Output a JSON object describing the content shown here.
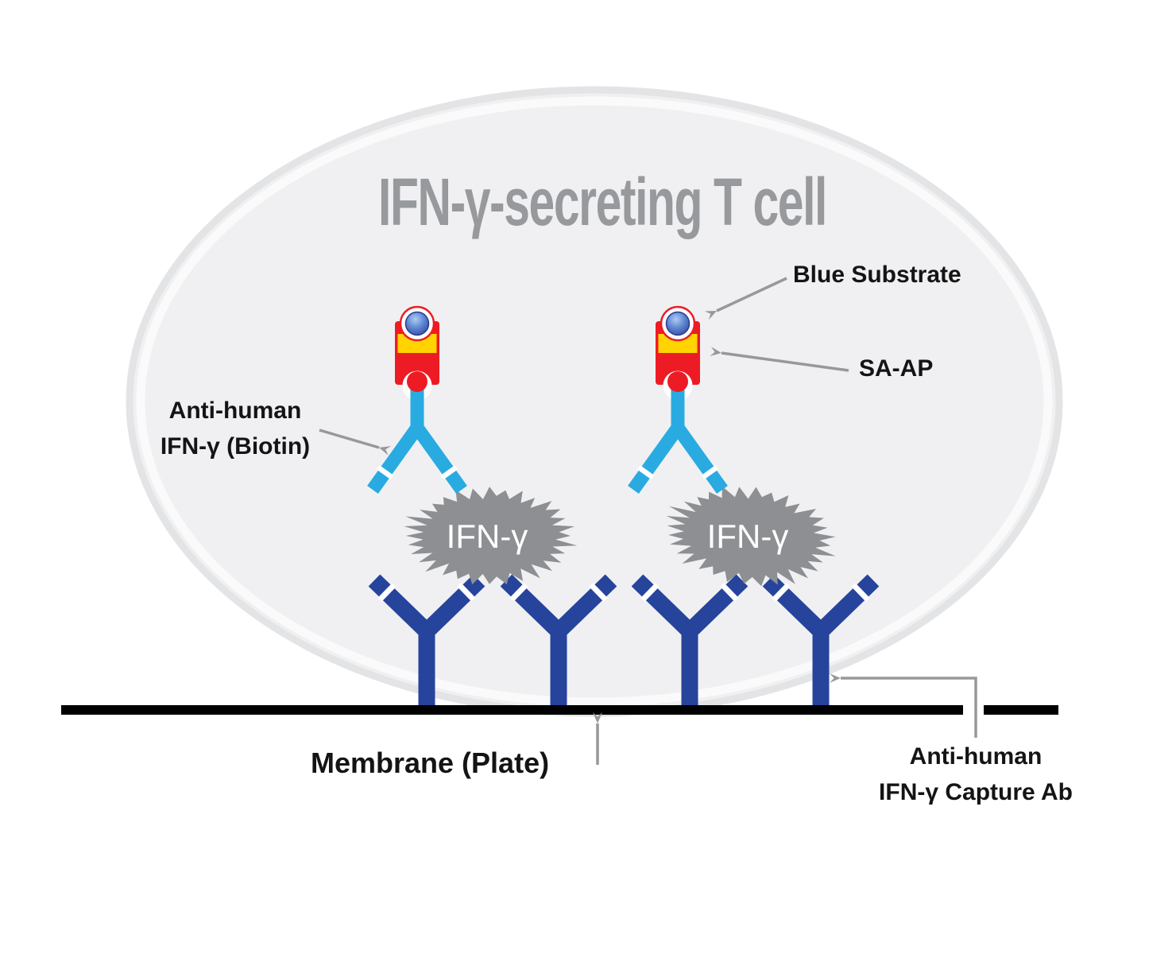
{
  "diagram": {
    "title": "IFN-γ-secreting T cell",
    "labels": {
      "blue_substrate": "Blue Substrate",
      "sa_ap": "SA-AP",
      "anti_human_biotin_line1": "Anti-human",
      "anti_human_biotin_line2": "IFN-γ (Biotin)",
      "membrane": "Membrane (Plate)",
      "capture_line1": "Anti-human",
      "capture_line2": "IFN-γ Capture Ab",
      "cytokine": "IFN-γ"
    },
    "colors": {
      "detection_antibody_blue": "#29ABE2",
      "capture_antibody_navy": "#26449C",
      "sa_ap_red": "#ED1C24",
      "sa_ap_yellow": "#FFD400",
      "substrate_ball_dark": "#2B3B8F",
      "substrate_ball_light": "#A5C6EF",
      "cytokine_blob_gray": "#8D8F92",
      "arrow_gray": "#96989B",
      "title_gray": "#97999C",
      "cell_fill": "#F0F0F2",
      "cell_border": "#E3E4E6",
      "membrane_black": "#000000",
      "label_black": "#141414"
    }
  }
}
